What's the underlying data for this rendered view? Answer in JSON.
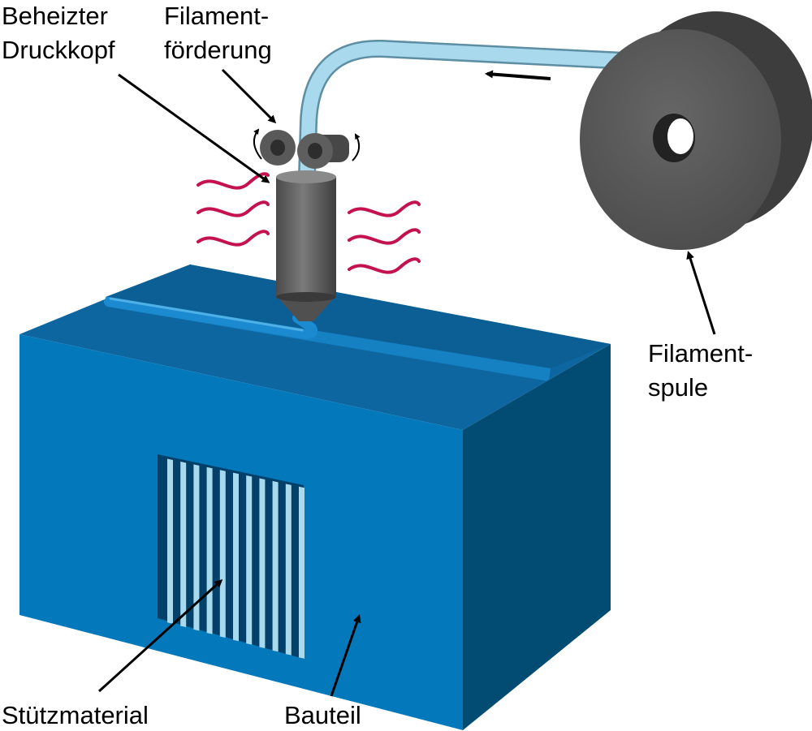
{
  "labels": {
    "heated_head_line1": "Beheizter",
    "heated_head_line2": "Druckkopf",
    "feed_line1": "Filament-",
    "feed_line2": "förderung",
    "spool_line1": "Filament-",
    "spool_line2": "spule",
    "support": "Stützmaterial",
    "part": "Bauteil"
  },
  "colors": {
    "part_top": "#0f6ba8",
    "part_front": "#0378ba",
    "part_side": "#024a72",
    "filament": "#a9d9ec",
    "deposited": "#1b8ad0",
    "metal": "#5a5a5a",
    "spool": "#555555",
    "heat": "#c4124f"
  }
}
